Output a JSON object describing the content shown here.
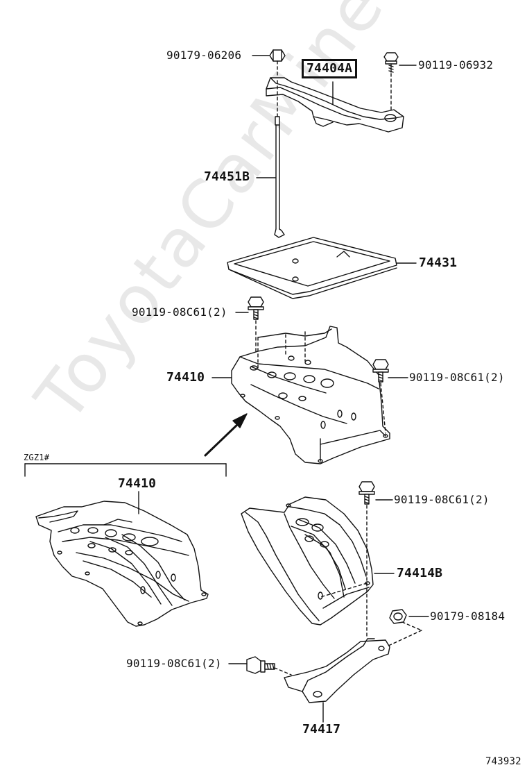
{
  "watermark": "ToyotaCarMine.ru",
  "diagram_code": "743932",
  "variant_label": "ZGZ1#",
  "labels": {
    "bolt_top_left": "90179-06206",
    "bracket_main": "74404A",
    "bolt_top_right": "90119-06932",
    "rod": "74451B",
    "tray": "74431",
    "bolt_tray_left": "90119-08C61(2)",
    "insulator_main": "74410",
    "bolt_insulator_right": "90119-08C61(2)",
    "insulator_variant": "74410",
    "bolt_lower_right": "90119-08C61(2)",
    "shield_lower": "74414B",
    "nut_lower": "90179-08184",
    "bolt_lower_left": "90119-08C61(2)",
    "bracket_lower": "74417"
  }
}
